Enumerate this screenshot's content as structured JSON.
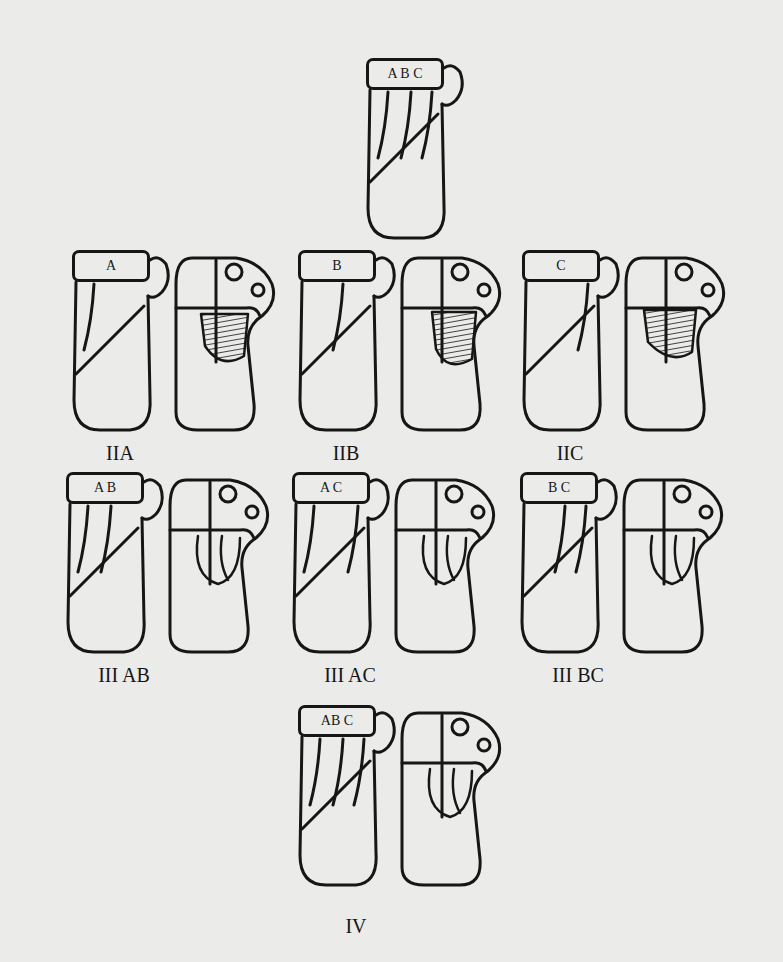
{
  "diagram": {
    "nodes": [
      {
        "text": [
          "A B C"
        ]
      },
      {
        "text": [
          "A"
        ]
      },
      {
        "text": [
          "B"
        ]
      },
      {
        "text": [
          "C"
        ]
      },
      {
        "text": [
          "A B"
        ]
      },
      {
        "text": [
          "A C"
        ]
      },
      {
        "text": [
          "B C"
        ]
      },
      {
        "text": [
          "AB C"
        ]
      }
    ],
    "labels": [
      "IIA",
      "IIB",
      "IIC",
      "III AB",
      "III AC",
      "III BC",
      "IV"
    ]
  }
}
